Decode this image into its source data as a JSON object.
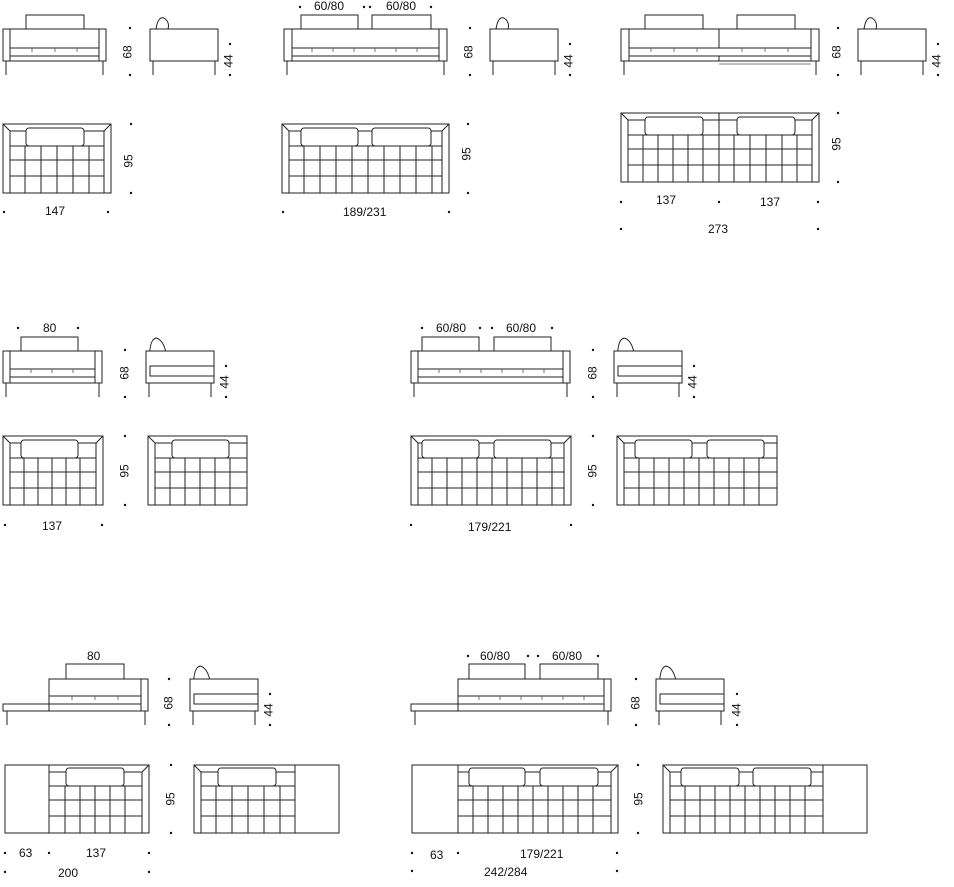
{
  "row1": {
    "a": {
      "width": "147",
      "height": "68",
      "seat": "44",
      "depth": "95"
    },
    "b": {
      "width": "189/231",
      "cushion1": "60/80",
      "cushion2": "60/80",
      "height": "68",
      "seat": "44",
      "depth": "95"
    },
    "c": {
      "w1": "137",
      "w2": "137",
      "total": "273",
      "height": "68",
      "seat": "44",
      "depth": "95"
    }
  },
  "row2": {
    "a": {
      "width": "137",
      "cushion": "80",
      "height": "68",
      "seat": "44",
      "depth": "95"
    },
    "b": {
      "width": "179/221",
      "cushion1": "60/80",
      "cushion2": "60/80",
      "height": "68",
      "seat": "44",
      "depth": "95"
    }
  },
  "row3": {
    "a": {
      "ext": "63",
      "width": "137",
      "total": "200",
      "cushion": "80",
      "height": "68",
      "seat": "44",
      "depth": "95"
    },
    "b": {
      "ext": "63",
      "width": "179/221",
      "total": "242/284",
      "cushion1": "60/80",
      "cushion2": "60/80",
      "height": "68",
      "seat": "44",
      "depth": "95"
    }
  }
}
